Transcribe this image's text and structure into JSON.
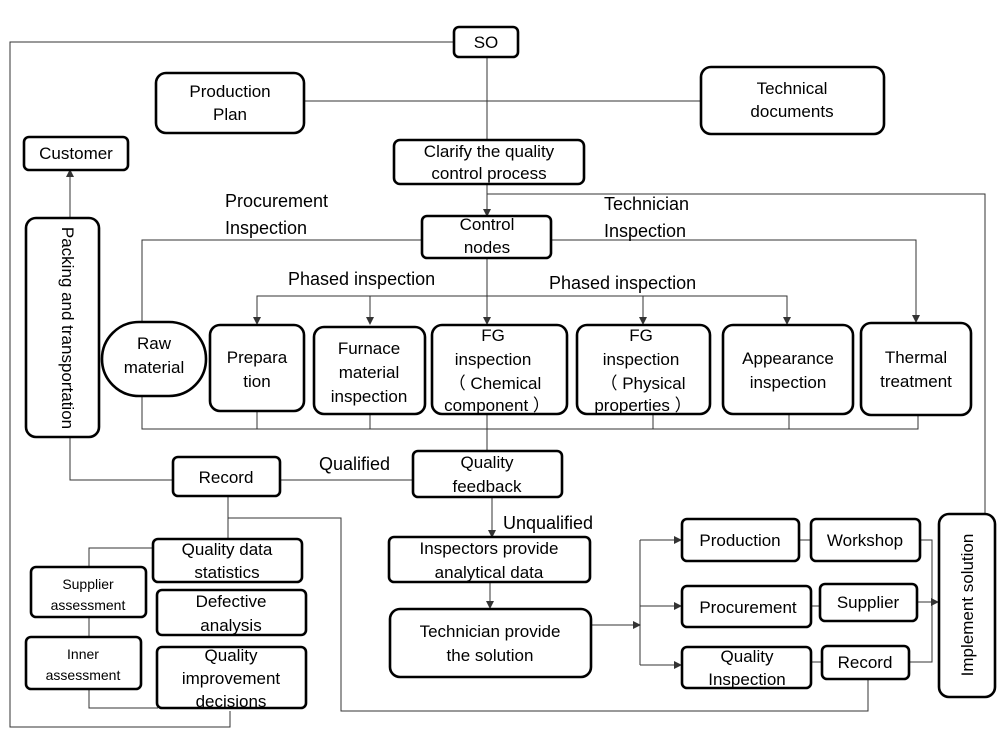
{
  "nodes": {
    "so": "SO",
    "production_plan": [
      "Production",
      "Plan"
    ],
    "technical_documents": [
      "Technical",
      "documents"
    ],
    "clarify": [
      "Clarify the quality",
      "control process"
    ],
    "customer": "Customer",
    "packing": "Packing and transportation",
    "control_nodes": [
      "Control",
      "nodes"
    ],
    "raw_material": [
      "Raw",
      "material"
    ],
    "preparation": [
      "Prepara",
      "tion"
    ],
    "furnace": [
      "Furnace",
      "material",
      "inspection"
    ],
    "fg_chemical": [
      "FG",
      "inspection",
      "（ Chemical",
      "component ）"
    ],
    "fg_physical": [
      "FG",
      "inspection",
      "（ Physical",
      "properties ）"
    ],
    "appearance": [
      "Appearance",
      "inspection"
    ],
    "thermal": [
      "Thermal",
      "treatment"
    ],
    "record_left": "Record",
    "quality_feedback": [
      "Quality",
      "feedback"
    ],
    "quality_data": [
      "Quality data",
      "statistics"
    ],
    "defective": [
      "Defective",
      "analysis"
    ],
    "improvement": [
      "Quality",
      "improvement",
      "decisions"
    ],
    "supplier_assessment": [
      "Supplier",
      "assessment"
    ],
    "inner_assessment": [
      "Inner",
      "assessment"
    ],
    "inspectors": [
      "Inspectors provide",
      "analytical data"
    ],
    "technician_solution": [
      "Technician provide",
      "the solution"
    ],
    "production": "Production",
    "workshop": "Workshop",
    "procurement": "Procurement",
    "supplier": "Supplier",
    "quality_inspection": [
      "Quality",
      "Inspection"
    ],
    "record_right": "Record",
    "implement": "Implement solution"
  },
  "labels": {
    "procurement_inspection": [
      "Procurement",
      "Inspection"
    ],
    "technician_inspection": [
      "Technician",
      "Inspection"
    ],
    "phased_left": "Phased inspection",
    "phased_right": "Phased inspection",
    "qualified": "Qualified",
    "unqualified": "Unqualified"
  }
}
